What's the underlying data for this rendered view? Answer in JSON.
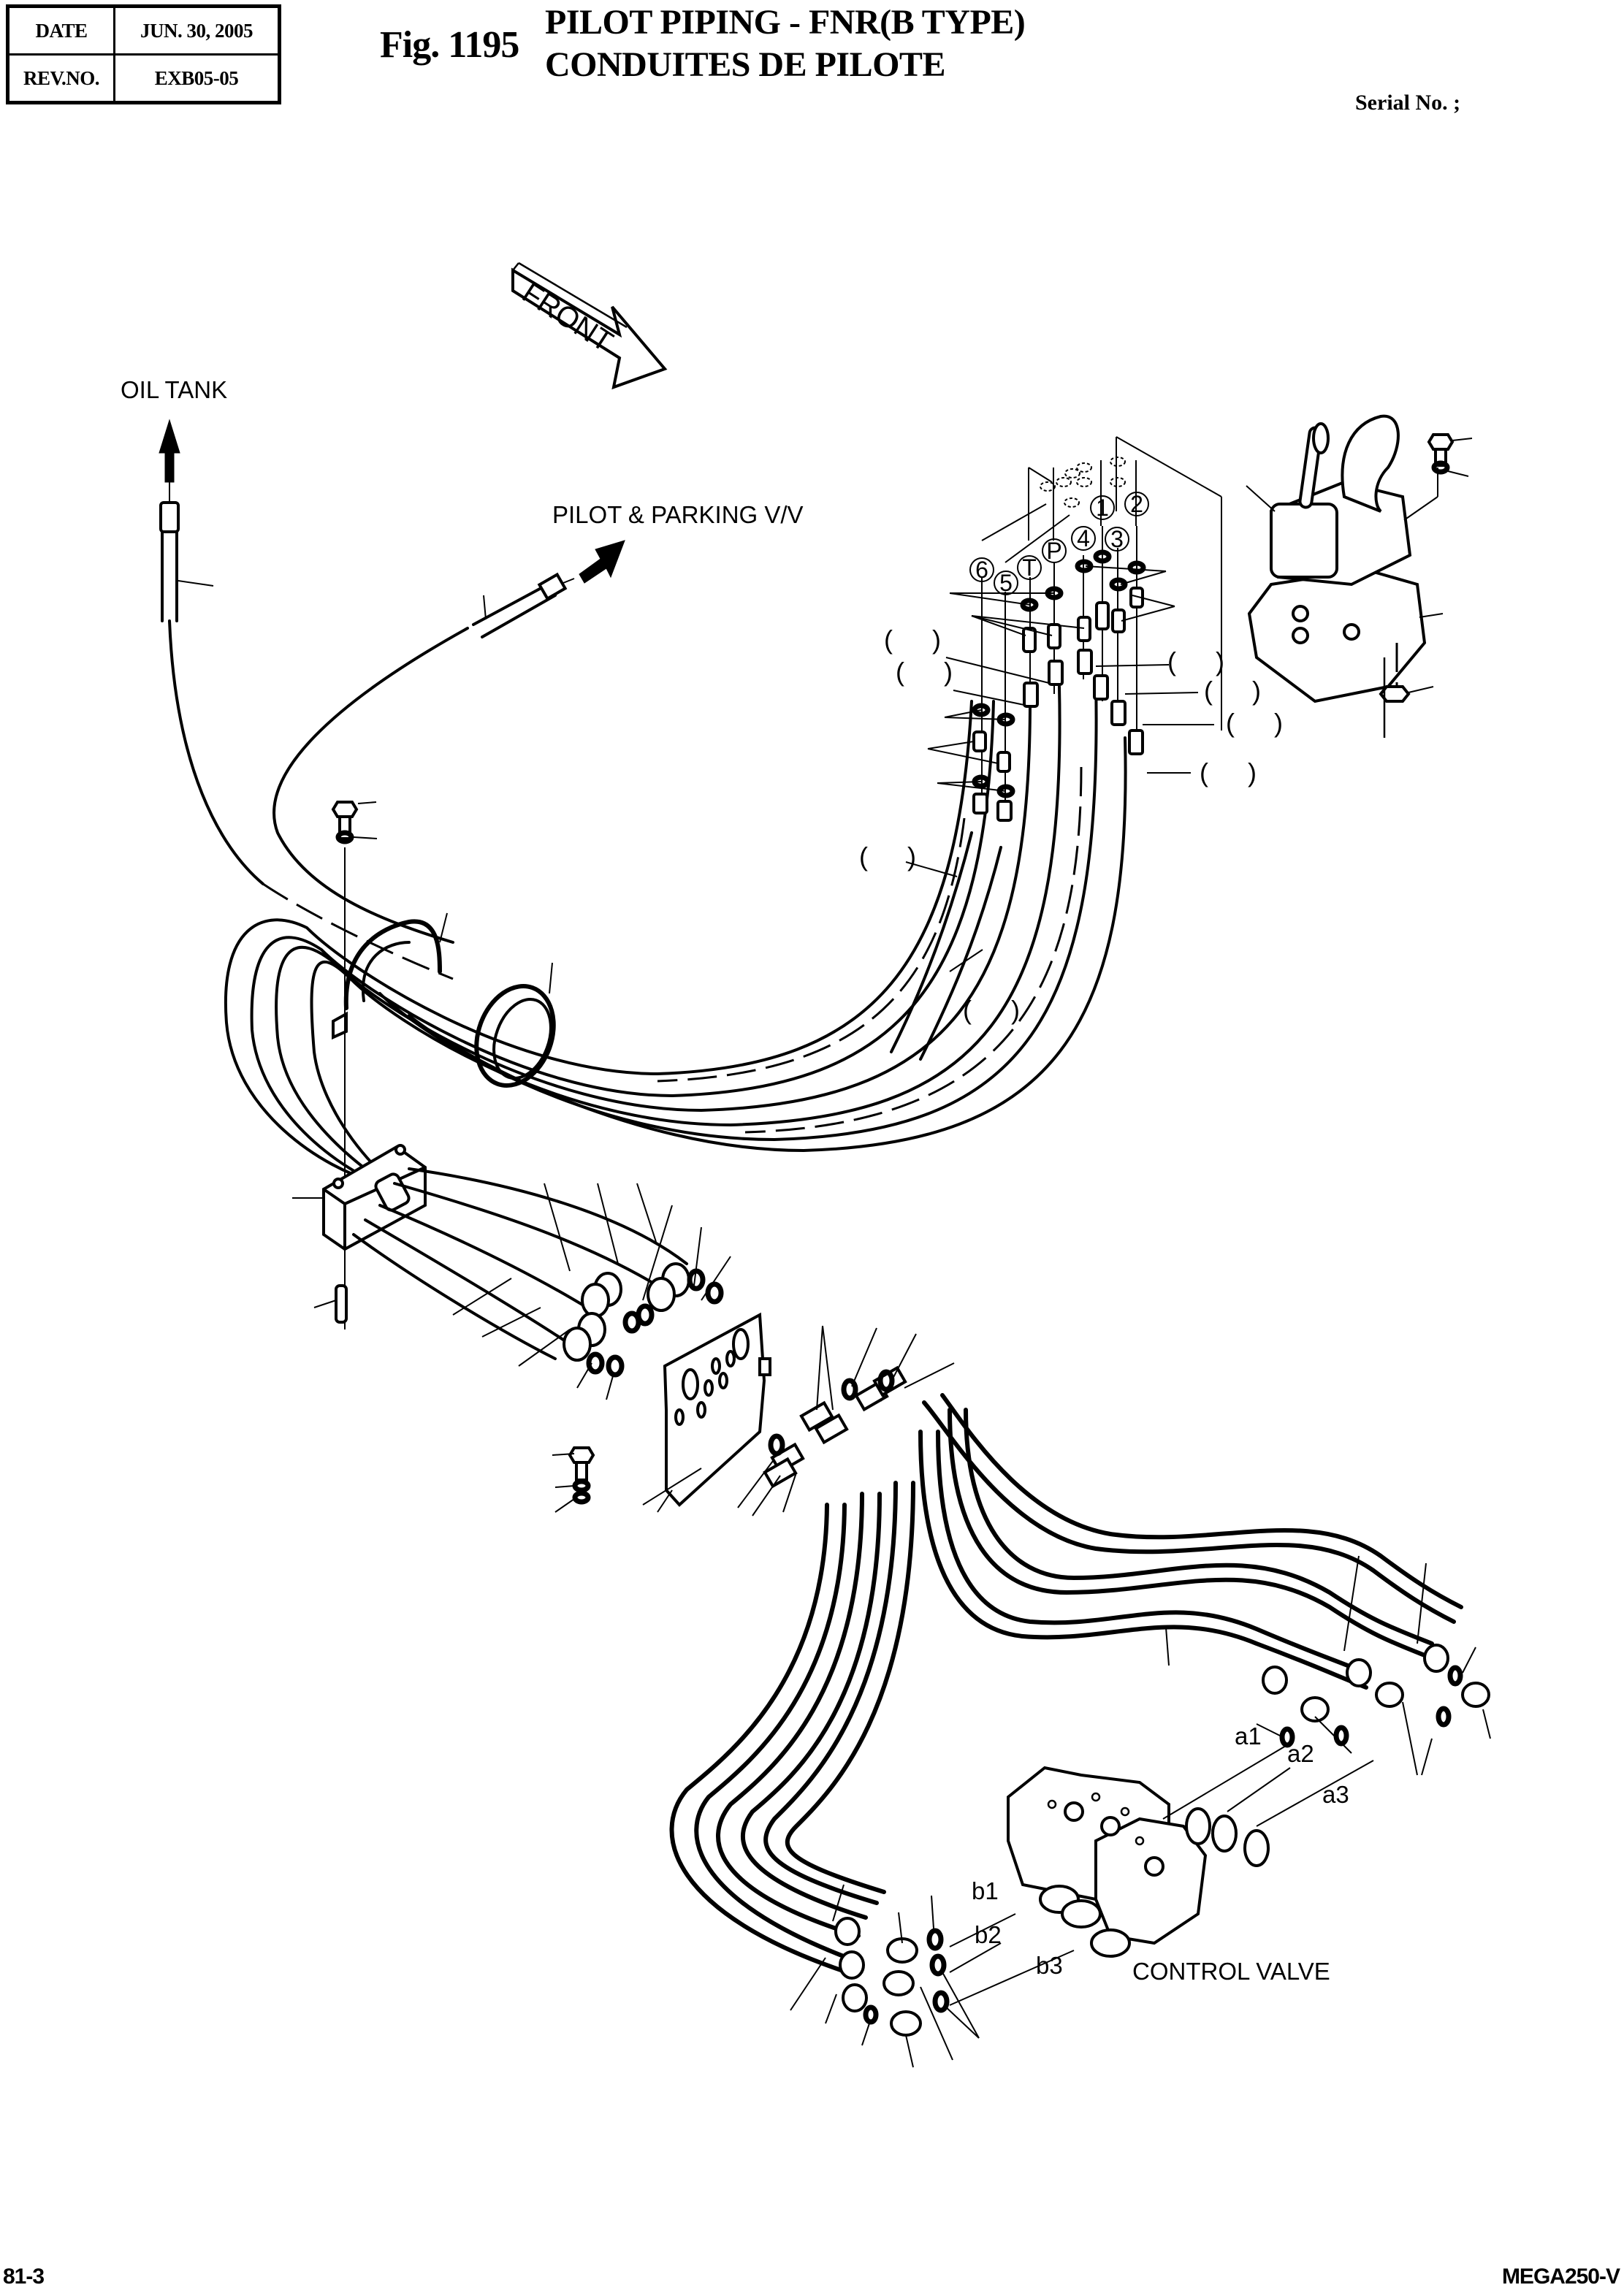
{
  "header": {
    "date_label": "DATE",
    "date_value": "JUN. 30, 2005",
    "rev_label": "REV.NO.",
    "rev_value": "EXB05-05",
    "figure_number": "Fig. 1195",
    "title_en": "PILOT PIPING - FNR(B TYPE)",
    "title_fr": "CONDUITES DE PILOTE",
    "serial_label": "Serial No. ;"
  },
  "diagram": {
    "direction_arrow": "FRONT",
    "callouts": {
      "oil_tank": "OIL TANK",
      "pilot_parking_valve": "PILOT & PARKING V/V",
      "control_valve": "CONTROL VALVE"
    },
    "joystick_ports": [
      "6",
      "5",
      "T",
      "P",
      "4",
      "1",
      "3",
      "2"
    ],
    "control_valve_ports": [
      "a1",
      "a2",
      "a3",
      "b1",
      "b2",
      "b3"
    ],
    "empty_reference_brackets": [
      "(  )",
      "(  )",
      "(  )",
      "(  )",
      "(  )",
      "(  )",
      "(  )",
      "(  )"
    ],
    "components": [
      "joystick-valve",
      "hose-bundle",
      "hose-clamp-bracket",
      "hose-grommet",
      "clamp-block",
      "manifold-plate",
      "control-valve",
      "bolts",
      "washers",
      "o-rings",
      "adapters",
      "elbow-fittings"
    ]
  },
  "footer": {
    "page_number": "81-3",
    "model": "MEGA250-V"
  }
}
